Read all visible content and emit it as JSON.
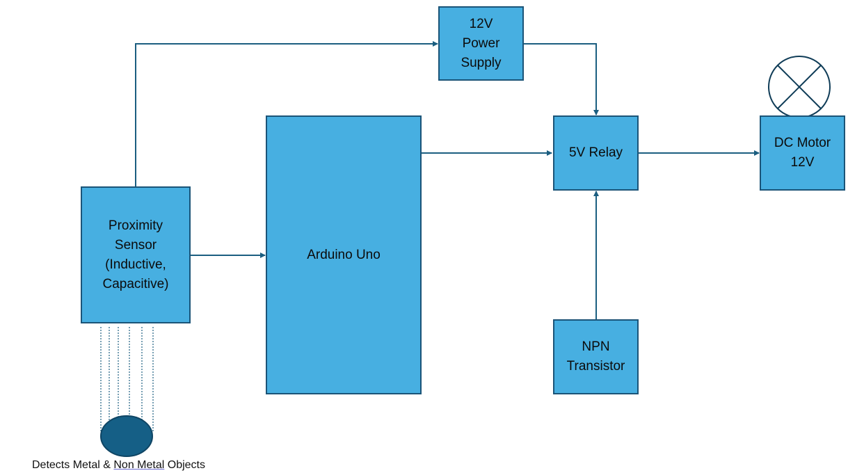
{
  "diagram": {
    "colors": {
      "block_fill": "#47AFE1",
      "block_border": "#1B5478",
      "wire": "#1B5E80",
      "target_fill": "#155F86"
    },
    "blocks": {
      "power_supply": "12V\nPower\nSupply",
      "proximity_sensor": "Proximity\nSensor\n(Inductive,\nCapacitive)",
      "arduino": "Arduino Uno",
      "relay": "5V Relay",
      "motor": "DC Motor\n12V",
      "transistor": "NPN\nTransistor"
    },
    "caption": {
      "part1": "Detects Metal & ",
      "part2": "Non Metal",
      "part3": " Objects"
    },
    "icons": {
      "motor_symbol": "circle-with-cross-icon",
      "detected_object": "ellipse-object-icon"
    }
  }
}
